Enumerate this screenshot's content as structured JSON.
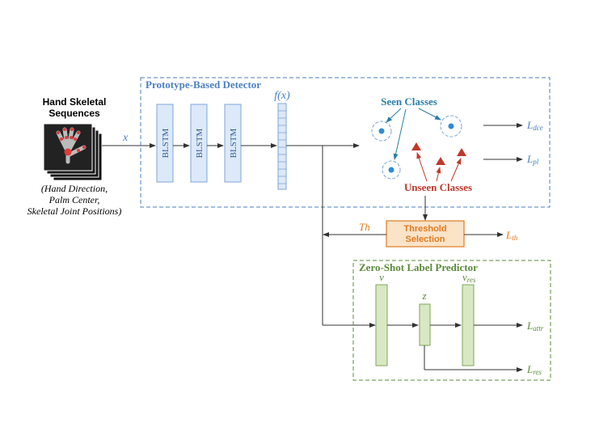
{
  "colors": {
    "blue": "#4a7fc1",
    "blue_fill": "#dce9f8",
    "green": "#5a8a3a",
    "green_fill": "#d9e8c4",
    "orange": "#e07b20",
    "orange_fill": "#fbe3c8",
    "red": "#c0392b",
    "teal": "#2a7fa8",
    "dot": "#2e8bd6",
    "arrow": "#333333"
  },
  "input": {
    "title_line1": "Hand Skeletal",
    "title_line2": "Sequences",
    "desc_line1": "(Hand Direction,",
    "desc_line2": "Palm Center,",
    "desc_line3": "Skeletal Joint Positions)",
    "x_label": "x"
  },
  "detector": {
    "title": "Prototype-Based Detector",
    "blstm_labels": [
      "BLSTM",
      "BLSTM",
      "BLSTM"
    ],
    "fx_label": "f(x)",
    "seen_label": "Seen Classes",
    "unseen_label": "Unseen Classes",
    "loss_dce": "L",
    "loss_dce_sub": "dce",
    "loss_pl": "L",
    "loss_pl_sub": "pl"
  },
  "threshold": {
    "label_line1": "Threshold",
    "label_line2": "Selection",
    "th_label": "Th",
    "loss": "L",
    "loss_sub": "th"
  },
  "predictor": {
    "title": "Zero-Shot Label Predictor",
    "v_label": "v",
    "z_label": "z",
    "vres_label": "v",
    "vres_sub": "res",
    "loss_attr": "L",
    "loss_attr_sub": "attr",
    "loss_res": "L",
    "loss_res_sub": "res"
  }
}
